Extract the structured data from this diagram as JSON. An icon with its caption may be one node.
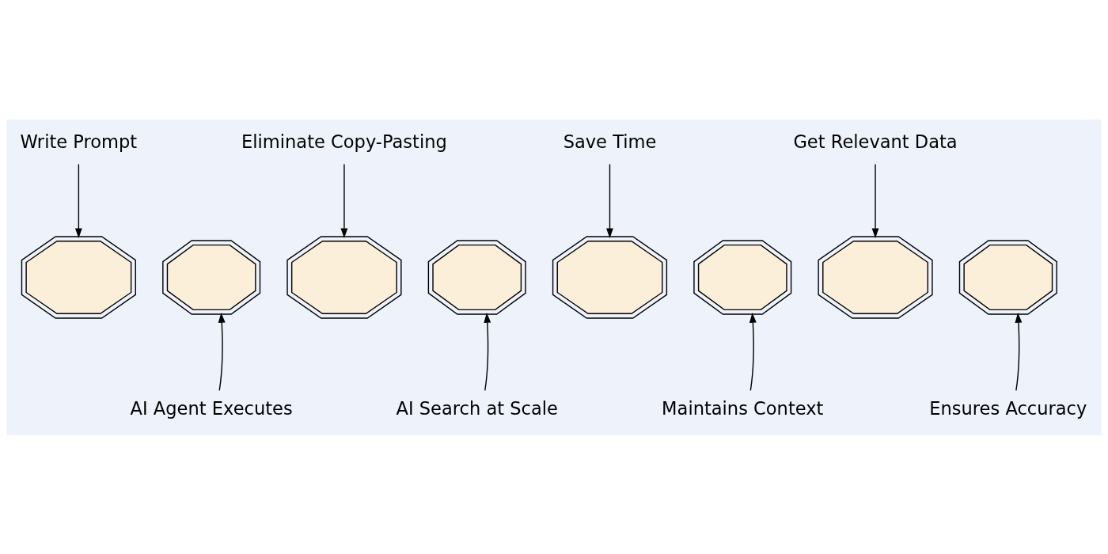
{
  "diagram": {
    "nodes": [
      {
        "text": [
          "Write Prompt"
        ]
      },
      {
        "text": [
          "Eliminate Copy-Pasting"
        ]
      },
      {
        "text": [
          "Save Time"
        ]
      },
      {
        "text": [
          "Get Relevant Data"
        ]
      },
      {
        "text": [],
        "shape": "gear"
      },
      {
        "text": [],
        "shape": "gear"
      },
      {
        "text": [],
        "shape": "gear"
      },
      {
        "text": [],
        "shape": "gear"
      },
      {
        "text": [],
        "shape": "gear"
      },
      {
        "text": [],
        "shape": "gear"
      },
      {
        "text": [],
        "shape": "gear"
      },
      {
        "text": [],
        "shape": "gear"
      },
      {
        "text": [
          "AI Agent Executes"
        ]
      },
      {
        "text": [
          "AI Search at Scale"
        ]
      },
      {
        "text": [
          "Maintains Context"
        ]
      },
      {
        "text": [
          "Ensures Accuracy"
        ]
      }
    ],
    "edges": [
      {
        "from": 0,
        "to": 4,
        "arrow": "to"
      },
      {
        "from": 1,
        "to": 6,
        "arrow": "to"
      },
      {
        "from": 2,
        "to": 8,
        "arrow": "to"
      },
      {
        "from": 3,
        "to": 10,
        "arrow": "to"
      },
      {
        "from": 12,
        "to": 5,
        "arrow": "to"
      },
      {
        "from": 13,
        "to": 7,
        "arrow": "to"
      },
      {
        "from": 14,
        "to": 9,
        "arrow": "to"
      },
      {
        "from": 15,
        "to": 11,
        "arrow": "to"
      }
    ]
  }
}
